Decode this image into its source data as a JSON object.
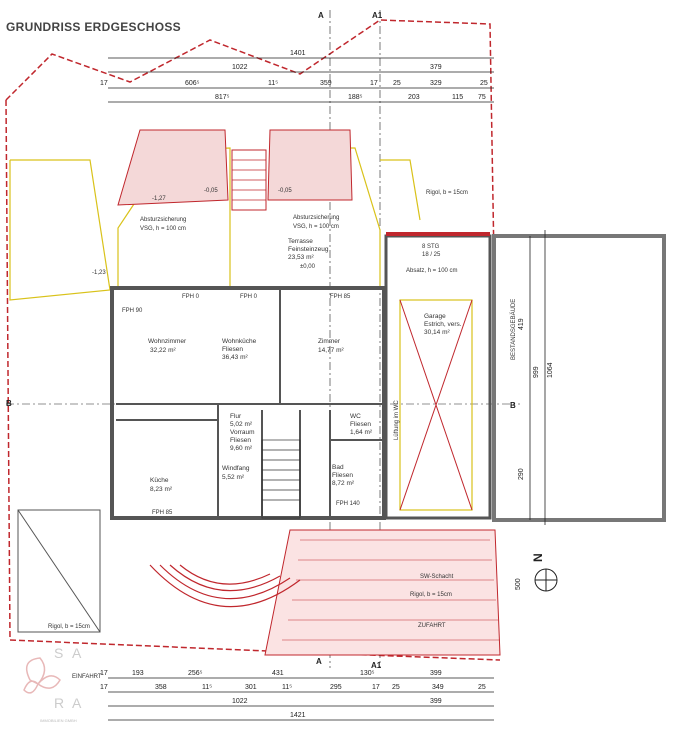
{
  "title": "GRUNDRISS ERDGESCHOSS",
  "logo": {
    "letters": [
      "S",
      "A",
      "R",
      "A"
    ],
    "tagline": "IMMOBILIEN GMBH"
  },
  "section_marks": {
    "a": "A",
    "a1": "A1",
    "b": "B"
  },
  "north": "N",
  "dims_top": {
    "row1": [
      "1401"
    ],
    "row2": [
      "1022",
      "379"
    ],
    "row3": [
      "17",
      "606⁵",
      "11⁵",
      "359",
      "17",
      "25",
      "329",
      "25"
    ],
    "row4": [
      "817⁵",
      "188⁵",
      "203",
      "115",
      "75"
    ]
  },
  "dims_bottom": {
    "row1": [
      "17",
      "193",
      "256⁵",
      "431",
      "130⁵",
      "399"
    ],
    "row2": [
      "17",
      "358",
      "11⁵",
      "301",
      "11⁵",
      "295",
      "17",
      "25",
      "349",
      "25"
    ],
    "row3": [
      "1022",
      "399"
    ],
    "row4": [
      "1421"
    ]
  },
  "dims_right": [
    "999",
    "1064",
    "419",
    "290",
    "500"
  ],
  "rooms": [
    {
      "name": "Wohnzimmer",
      "area": "32,22 m²"
    },
    {
      "name": "Wohnküche",
      "finish": "Fliesen",
      "area": "36,43 m²"
    },
    {
      "name": "Zimmer",
      "area": "14,77 m²"
    },
    {
      "name": "Küche",
      "area": "8,23 m²"
    },
    {
      "name": "Flur",
      "area": "5,02 m²"
    },
    {
      "name": "Vorraum",
      "finish": "Fliesen",
      "area": "9,60 m²"
    },
    {
      "name": "Windfang",
      "area": "5,52 m²"
    },
    {
      "name": "Bad",
      "finish": "Fliesen",
      "area": "8,72 m²"
    },
    {
      "name": "WC",
      "finish": "Fliesen",
      "area": "1,64 m²"
    },
    {
      "name": "Terrasse",
      "finish": "Feinsteinzeug",
      "area": "23,53 m²"
    },
    {
      "name": "Garage",
      "finish": "Estrich, vers.",
      "area": "30,14 m²"
    }
  ],
  "labels": {
    "absturz_left": "Absturzsicherung",
    "vsg_left": "VSG, h = 100 cm",
    "absturz_right": "Absturzsicherung",
    "vsg_right": "VSG, h = 100 cm",
    "absatz": "Absatz, h = 100 cm",
    "rigol_top": "Rigol, b = 15cm",
    "rigol_bottom_right": "Rigol, b = 15cm",
    "rigol_bottom_left": "Rigol, b = 15cm",
    "sw_schacht": "SW-Schacht",
    "zufahrt": "ZUFAHRT",
    "einfahrt": "EINFAHRT",
    "bestand": "BESTANDSGEBÄUDE",
    "lueftung": "Lüftung im WC",
    "level_00": "±0,00",
    "level_127": "-1,27",
    "level_123": "-1,23",
    "level_005": "-0,05",
    "level_005b": "-0,05",
    "stg1": "8 STG",
    "stg2": "18 / 25",
    "fph85": "FPH 85",
    "fph0": "FPH 0",
    "fph0b": "FPH 0",
    "fph90": "FPH 90",
    "fph85b": "FPH 85",
    "fph140": "FPH 140"
  }
}
